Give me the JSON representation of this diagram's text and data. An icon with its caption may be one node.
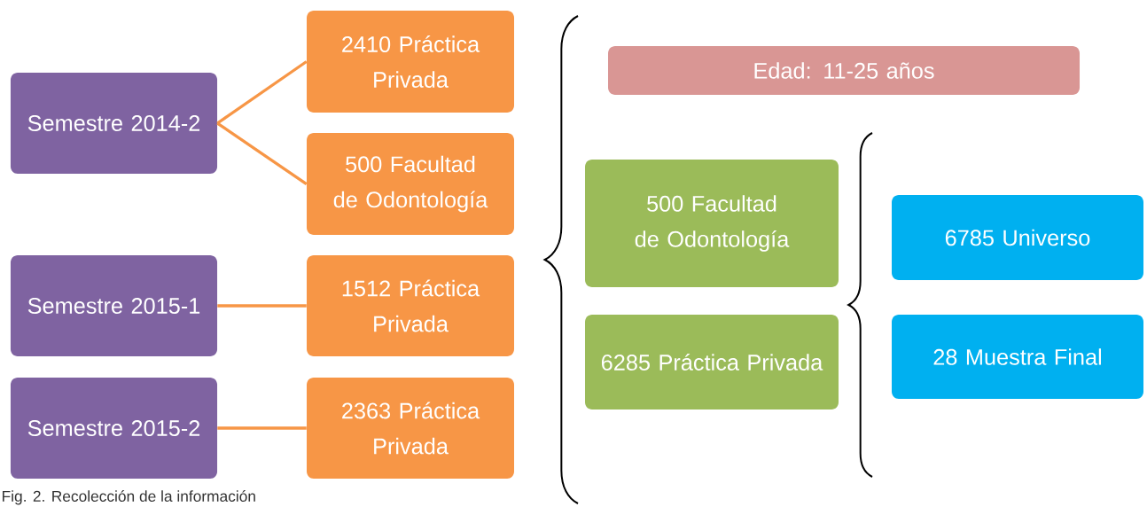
{
  "diagram": {
    "caption": "Fig. 2. Recolección de la información",
    "nodes": [
      {
        "text": [
          "Semestre 2014-2"
        ]
      },
      {
        "text": [
          "2410 Práctica Privada"
        ]
      },
      {
        "text": [
          "500 Facultad de Odontología"
        ]
      },
      {
        "text": [
          "Semestre 2015-1"
        ]
      },
      {
        "text": [
          "1512 Práctica Privada"
        ]
      },
      {
        "text": [
          "Semestre 2015-2"
        ]
      },
      {
        "text": [
          "2363 Práctica Privada"
        ]
      },
      {
        "text": [
          "Edad: 11-25 años"
        ]
      },
      {
        "text": [
          "500 Facultad de Odontología"
        ]
      },
      {
        "text": [
          "6285 Práctica Privada"
        ]
      },
      {
        "text": [
          "6785 Universo"
        ]
      },
      {
        "text": [
          "28 Muestra Final"
        ]
      }
    ],
    "edges": [
      {
        "from": 0,
        "to": 1,
        "arrow": "none"
      },
      {
        "from": 0,
        "to": 2,
        "arrow": "none"
      },
      {
        "from": 3,
        "to": 4,
        "arrow": "none"
      },
      {
        "from": 5,
        "to": 6,
        "arrow": "none"
      }
    ]
  }
}
